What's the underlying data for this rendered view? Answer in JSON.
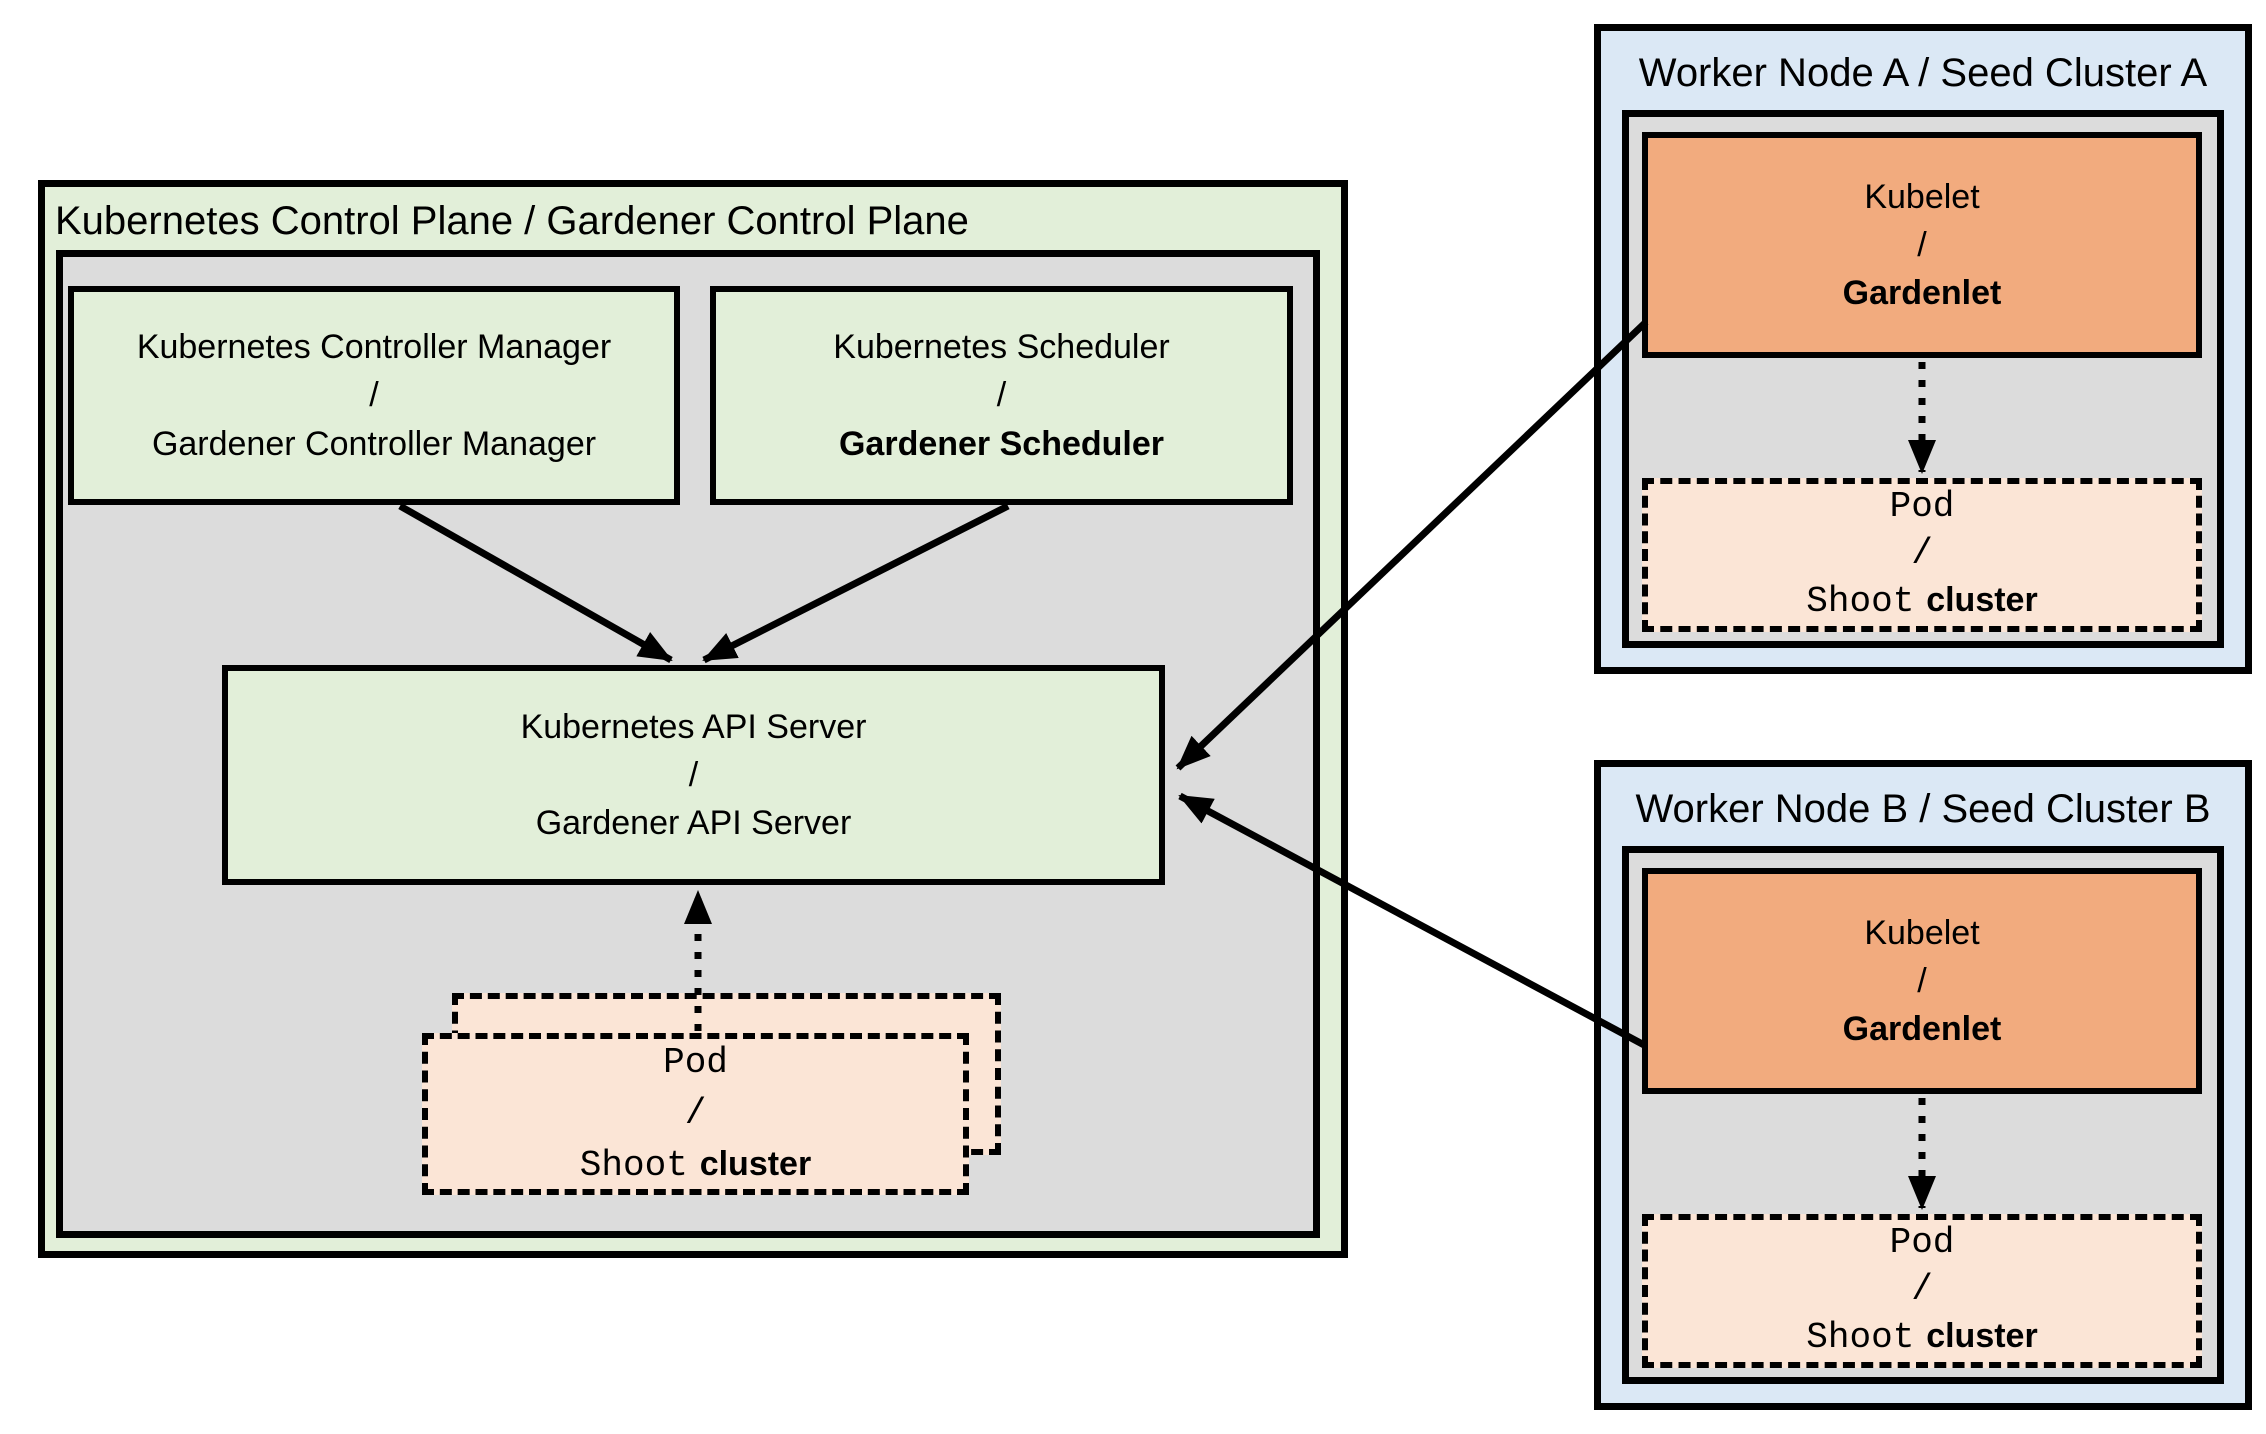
{
  "colors": {
    "control_plane_fill": "#e2efd9",
    "inner_panel_fill": "#dcdcdc",
    "component_green_fill": "#e2efd9",
    "worker_node_fill": "#dbe8f5",
    "kubelet_fill": "#f2ab7e",
    "pod_fill": "#fbe5d6",
    "line_color": "#000000"
  },
  "control_plane": {
    "title": "Kubernetes Control Plane / Gardener Control Plane",
    "controller_manager": {
      "l1": "Kubernetes Controller Manager",
      "l2": "/",
      "l3": "Gardener Controller Manager"
    },
    "scheduler": {
      "l1": "Kubernetes Scheduler",
      "l2": "/",
      "l3": "Gardener Scheduler"
    },
    "api_server": {
      "l1": "Kubernetes API Server",
      "l2": "/",
      "l3": "Gardener API Server"
    },
    "pod": {
      "l1": "Pod",
      "l2": "/",
      "l3_mono": "Shoot",
      "l3_sans": "cluster"
    }
  },
  "worker_node_a": {
    "title": "Worker Node A / Seed Cluster A",
    "kubelet": {
      "l1": "Kubelet",
      "l2": "/",
      "l3": "Gardenlet"
    },
    "pod": {
      "l1": "Pod",
      "l2": "/",
      "l3_mono": "Shoot",
      "l3_sans": "cluster"
    }
  },
  "worker_node_b": {
    "title": "Worker Node B / Seed Cluster B",
    "kubelet": {
      "l1": "Kubelet",
      "l2": "/",
      "l3": "Gardenlet"
    },
    "pod": {
      "l1": "Pod",
      "l2": "/",
      "l3_mono": "Shoot",
      "l3_sans": "cluster"
    }
  }
}
